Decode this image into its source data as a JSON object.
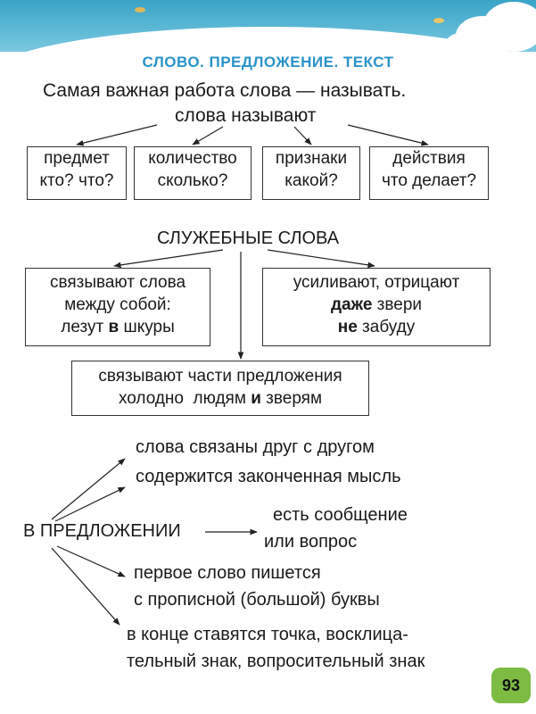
{
  "heading": "СЛОВО. ПРЕДЛОЖЕНИЕ. ТЕКСТ",
  "intro": "Самая важная работа слова — называть.",
  "naming_title": "слова называют",
  "naming_boxes": [
    {
      "line1": "предмет",
      "line2": "кто? что?"
    },
    {
      "line1": "количество",
      "line2": "сколько?"
    },
    {
      "line1": "признаки",
      "line2": "какой?"
    },
    {
      "line1": "действия",
      "line2": "что делает?"
    }
  ],
  "service_title": "СЛУЖЕБНЫЕ СЛОВА",
  "service_left": {
    "line1": "связывают слова",
    "line2": "между собой:",
    "line3_pre": "лезут ",
    "line3_bold": "в",
    "line3_post": " шкуры"
  },
  "service_right": {
    "line1": "усиливают, отрицают",
    "line2_bold": "даже",
    "line2_post": " звери",
    "line3_bold": "не",
    "line3_post": " забуду"
  },
  "service_bottom": {
    "line1": "связывают части предложения",
    "line2_pre": "холодно  людям ",
    "line2_bold": "и",
    "line2_post": " зверям"
  },
  "sentence_label": "В ПРЕДЛОЖЕНИИ",
  "sentence_items": {
    "a": "слова связаны друг с другом",
    "b": "содержится законченная мысль",
    "c1": "есть сообщение",
    "c2": "или вопрос",
    "d1": "первое слово пишется",
    "d2": "с прописной (большой) буквы",
    "e1": "в конце ставятся точка, восклица-",
    "e2": "тельный знак, вопросительный знак"
  },
  "page_number": "93",
  "colors": {
    "heading": "#2a93c9",
    "page_badge": "#7dbb43",
    "sky": "#3aa3c6"
  }
}
